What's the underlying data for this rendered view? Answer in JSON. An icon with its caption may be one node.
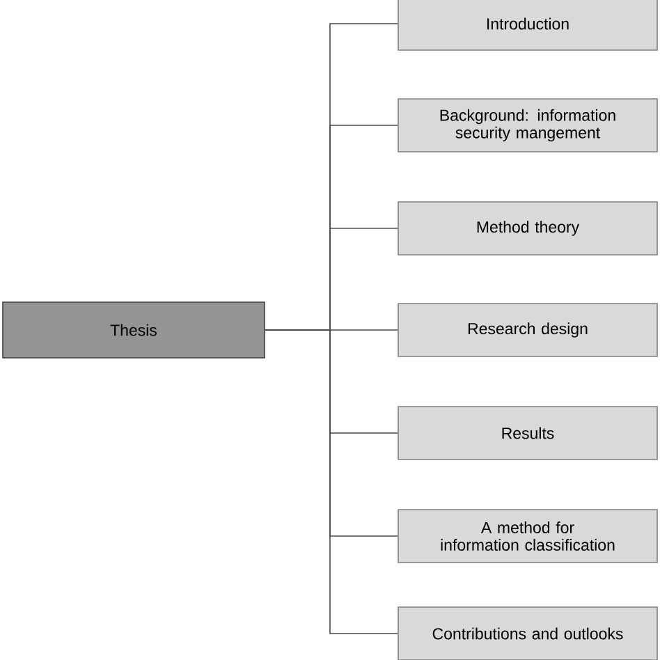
{
  "diagram": {
    "nodes": [
      {
        "text": [
          "Thesis"
        ]
      },
      {
        "text": [
          "Introduction"
        ]
      },
      {
        "text": [
          "Background: information security mangement"
        ]
      },
      {
        "text": [
          "Method theory"
        ]
      },
      {
        "text": [
          "Research design"
        ]
      },
      {
        "text": [
          "Results"
        ]
      },
      {
        "text": [
          "A method for information classification"
        ]
      },
      {
        "text": [
          "Contributions and outlooks"
        ]
      }
    ],
    "edges": [
      {
        "from": 0,
        "to": 1,
        "arrow": "none"
      },
      {
        "from": 0,
        "to": 2,
        "arrow": "none"
      },
      {
        "from": 0,
        "to": 3,
        "arrow": "none"
      },
      {
        "from": 0,
        "to": 4,
        "arrow": "none"
      },
      {
        "from": 0,
        "to": 5,
        "arrow": "none"
      },
      {
        "from": 0,
        "to": 6,
        "arrow": "none"
      },
      {
        "from": 0,
        "to": 7,
        "arrow": "none"
      }
    ]
  }
}
